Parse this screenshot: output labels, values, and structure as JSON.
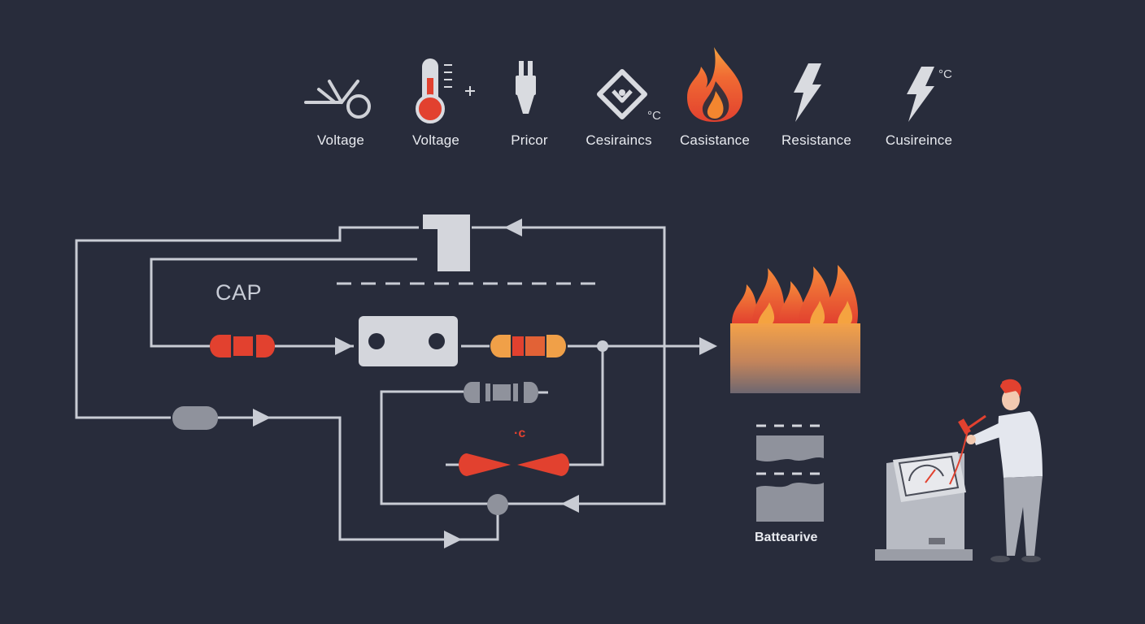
{
  "legend": [
    {
      "label": "Voltage",
      "icon": "switch-symbol-icon"
    },
    {
      "label": "Voltage",
      "icon": "thermometer-icon",
      "symbol": "+"
    },
    {
      "label": "Pricor",
      "icon": "probe-connector-icon"
    },
    {
      "label": "Cesiraincs",
      "icon": "diamond-sensor-icon",
      "unit": "°C"
    },
    {
      "label": "Casistance",
      "icon": "flame-icon"
    },
    {
      "label": "Resistance",
      "icon": "lightning-bolt-icon"
    },
    {
      "label": "Cusireince",
      "icon": "lightning-bolt-icon",
      "unit": "°C"
    }
  ],
  "circuit": {
    "cap_label": "CAP",
    "temp_marker": "·c"
  },
  "side_panel": {
    "battery_label": "Battearive"
  },
  "colors": {
    "background": "#282c3b",
    "wire": "#c9ccd4",
    "component_gray": "#cfd1d7",
    "accent_red": "#e2412f",
    "accent_orange": "#f0963a",
    "text": "#e9ebf0"
  }
}
